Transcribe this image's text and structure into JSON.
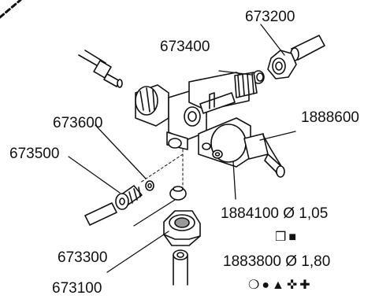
{
  "labels": {
    "p673200": "673200",
    "p673400": "673400",
    "p673600": "673600",
    "p1888600": "1888600",
    "p673500": "673500",
    "p1884100": "1884100 Ø 1,05",
    "p673300": "673300",
    "p1883800": "1883800 Ø 1,80",
    "p673100": "673100"
  },
  "symbols": {
    "row1": [
      "❒",
      "■"
    ],
    "row2": [
      "❍",
      "●",
      "▲",
      "✜",
      "✚"
    ]
  }
}
